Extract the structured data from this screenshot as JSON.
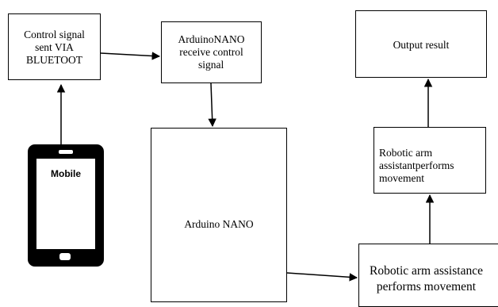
{
  "nodes": {
    "control_signal": {
      "lines": [
        "Control signal",
        "sent VIA",
        "BLUETOOT"
      ]
    },
    "arduino_receive": {
      "lines": [
        "ArduinoNANO",
        "receive control",
        "signal"
      ]
    },
    "output_result": {
      "label": "Output result"
    },
    "robotic_arm_assistant": {
      "lines": [
        "Robotic arm",
        "assistantperforms",
        "movement"
      ]
    },
    "arduino_nano": {
      "label": "Arduino NANO"
    },
    "robotic_arm_assistance": {
      "lines": [
        "Robotic arm assistance",
        "performs movement"
      ]
    },
    "mobile": {
      "label": "Mobile"
    }
  },
  "edges": [
    {
      "from": "mobile",
      "to": "control_signal"
    },
    {
      "from": "control_signal",
      "to": "arduino_receive"
    },
    {
      "from": "arduino_receive",
      "to": "arduino_nano"
    },
    {
      "from": "arduino_nano",
      "to": "robotic_arm_assistance"
    },
    {
      "from": "robotic_arm_assistance",
      "to": "robotic_arm_assistant"
    },
    {
      "from": "robotic_arm_assistant",
      "to": "output_result"
    }
  ]
}
